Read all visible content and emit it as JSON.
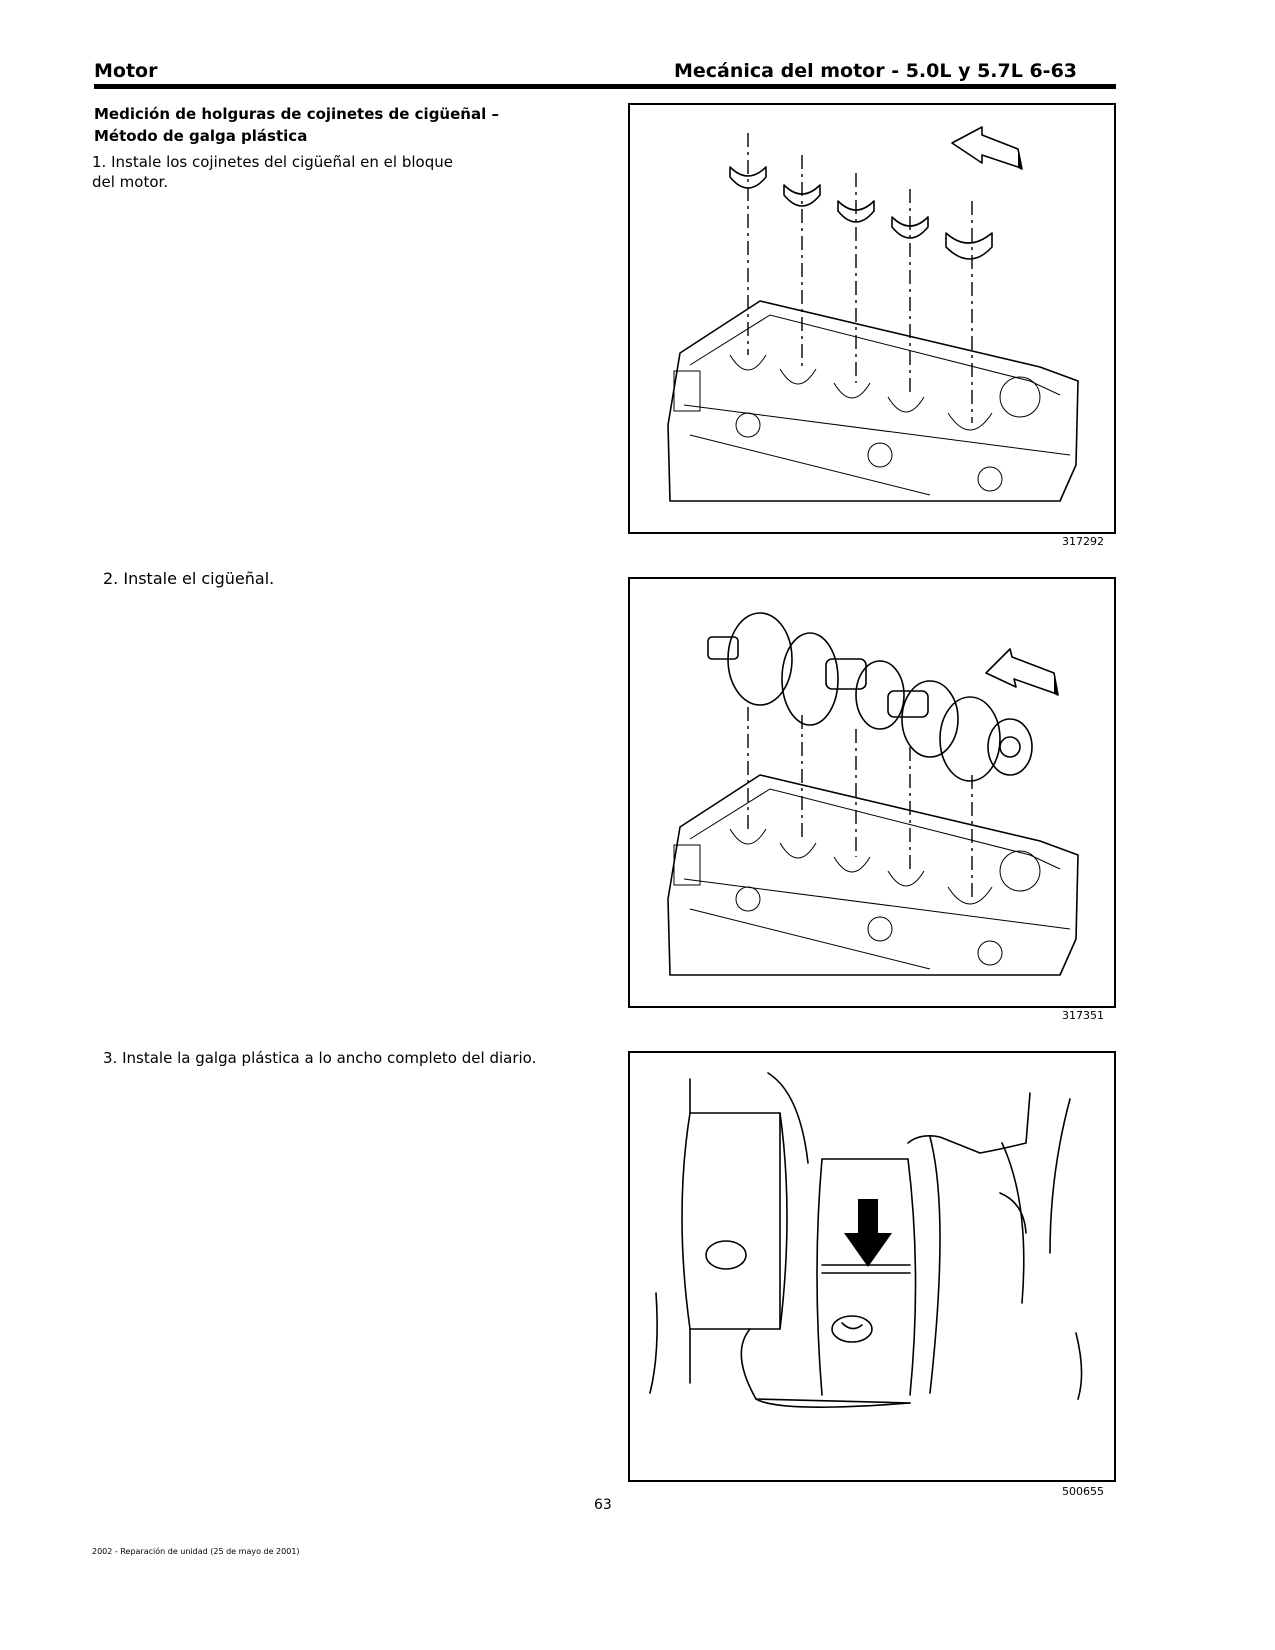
{
  "header": {
    "left": "Motor",
    "right": "Mecánica del motor - 5.0L y 5.7L 6-63"
  },
  "section": {
    "title_line1": "Medición de holguras de cojinetes de cigüeñal –",
    "title_line2": "Método de galga plástica"
  },
  "steps": [
    {
      "line1": "1. Instale los cojinetes del cigüeñal en el bloque",
      "line2": "del motor."
    },
    {
      "line1": "2. Instale el cigüeñal."
    },
    {
      "line1": "3. Instale la galga plástica a lo ancho completo del diario."
    }
  ],
  "figures": [
    {
      "number": "317292"
    },
    {
      "number": "317351"
    },
    {
      "number": "500655"
    }
  ],
  "footer": {
    "page_number": "63",
    "note": "2002 - Reparación de unidad (25 de mayo de 2001)"
  }
}
